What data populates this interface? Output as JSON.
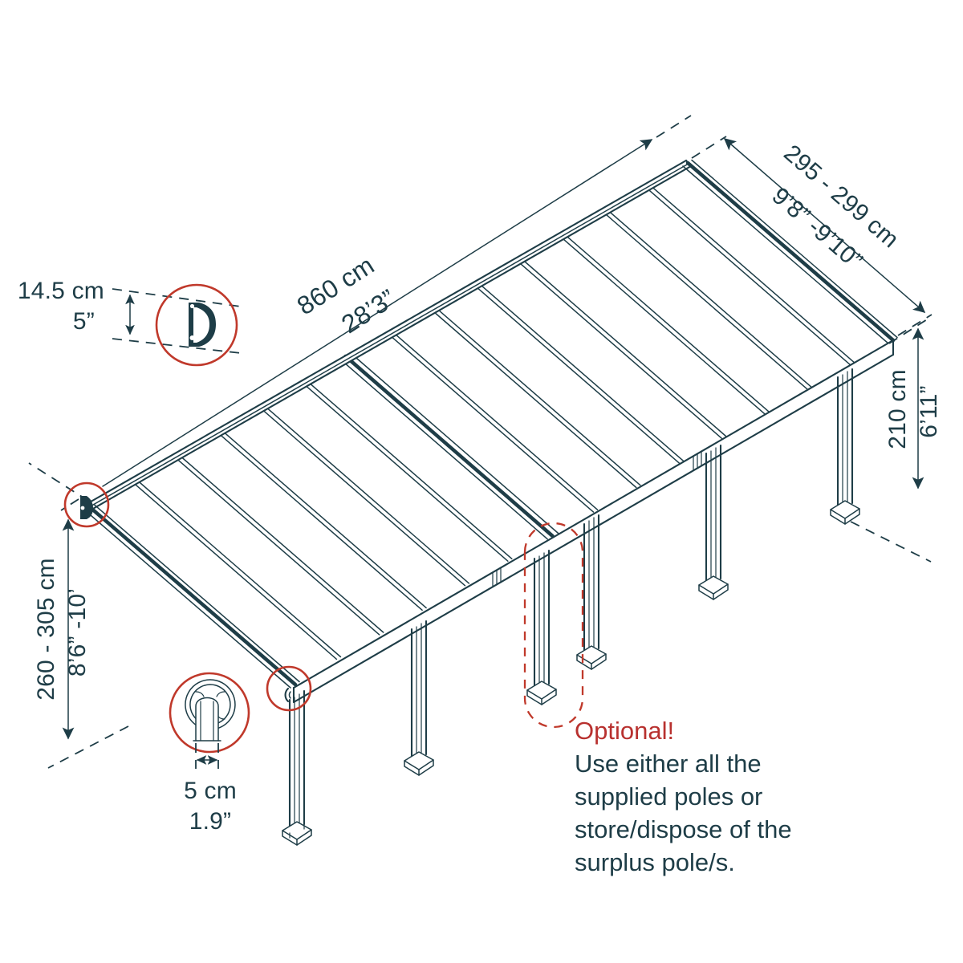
{
  "title": "Patio cover dimension diagram",
  "colors": {
    "line": "#1e3d47",
    "text": "#1e3d47",
    "accent_red": "#c0392b",
    "note_red": "#b8312f",
    "background": "#ffffff"
  },
  "dimensions": {
    "profile_height": {
      "metric": "14.5 cm",
      "imperial": "5”",
      "name": "roof-profile-height"
    },
    "length": {
      "metric": "860 cm",
      "imperial": "28’3”",
      "name": "overall-length"
    },
    "projection": {
      "metric": "295 - 299 cm",
      "imperial": "9’8” -9’10”",
      "name": "projection-depth"
    },
    "front_height": {
      "metric": "210 cm",
      "imperial": "6’11”",
      "name": "front-post-height"
    },
    "wall_height": {
      "metric": "260 - 305 cm",
      "imperial": "8’6” -10’",
      "name": "wall-mount-height"
    },
    "post_width": {
      "metric": "5 cm",
      "imperial": "1.9”",
      "name": "post-width"
    }
  },
  "note": {
    "heading": "Optional!",
    "lines": [
      "Use either all the",
      "supplied poles or",
      "store/dispose of the",
      "surplus pole/s."
    ]
  },
  "callouts": [
    {
      "name": "profile-section-callout",
      "label": "D-profile cross section"
    },
    {
      "name": "wall-bracket-callout",
      "label": "wall mount bracket"
    },
    {
      "name": "post-cap-callout",
      "label": "post top cap"
    },
    {
      "name": "gutter-corner-callout",
      "label": "gutter corner"
    }
  ],
  "structure": {
    "post_count": 4,
    "optional_post_index": 2,
    "rafter_count": 13
  }
}
